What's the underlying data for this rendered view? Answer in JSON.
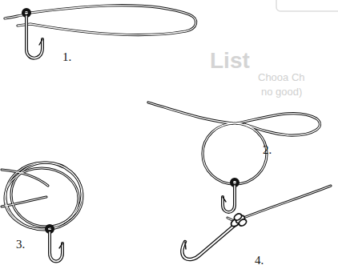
{
  "diagram": {
    "labels": [
      "List",
      "Chooa Ch",
      "no good)",
      "1.",
      "2.",
      "3.",
      "4."
    ]
  }
}
